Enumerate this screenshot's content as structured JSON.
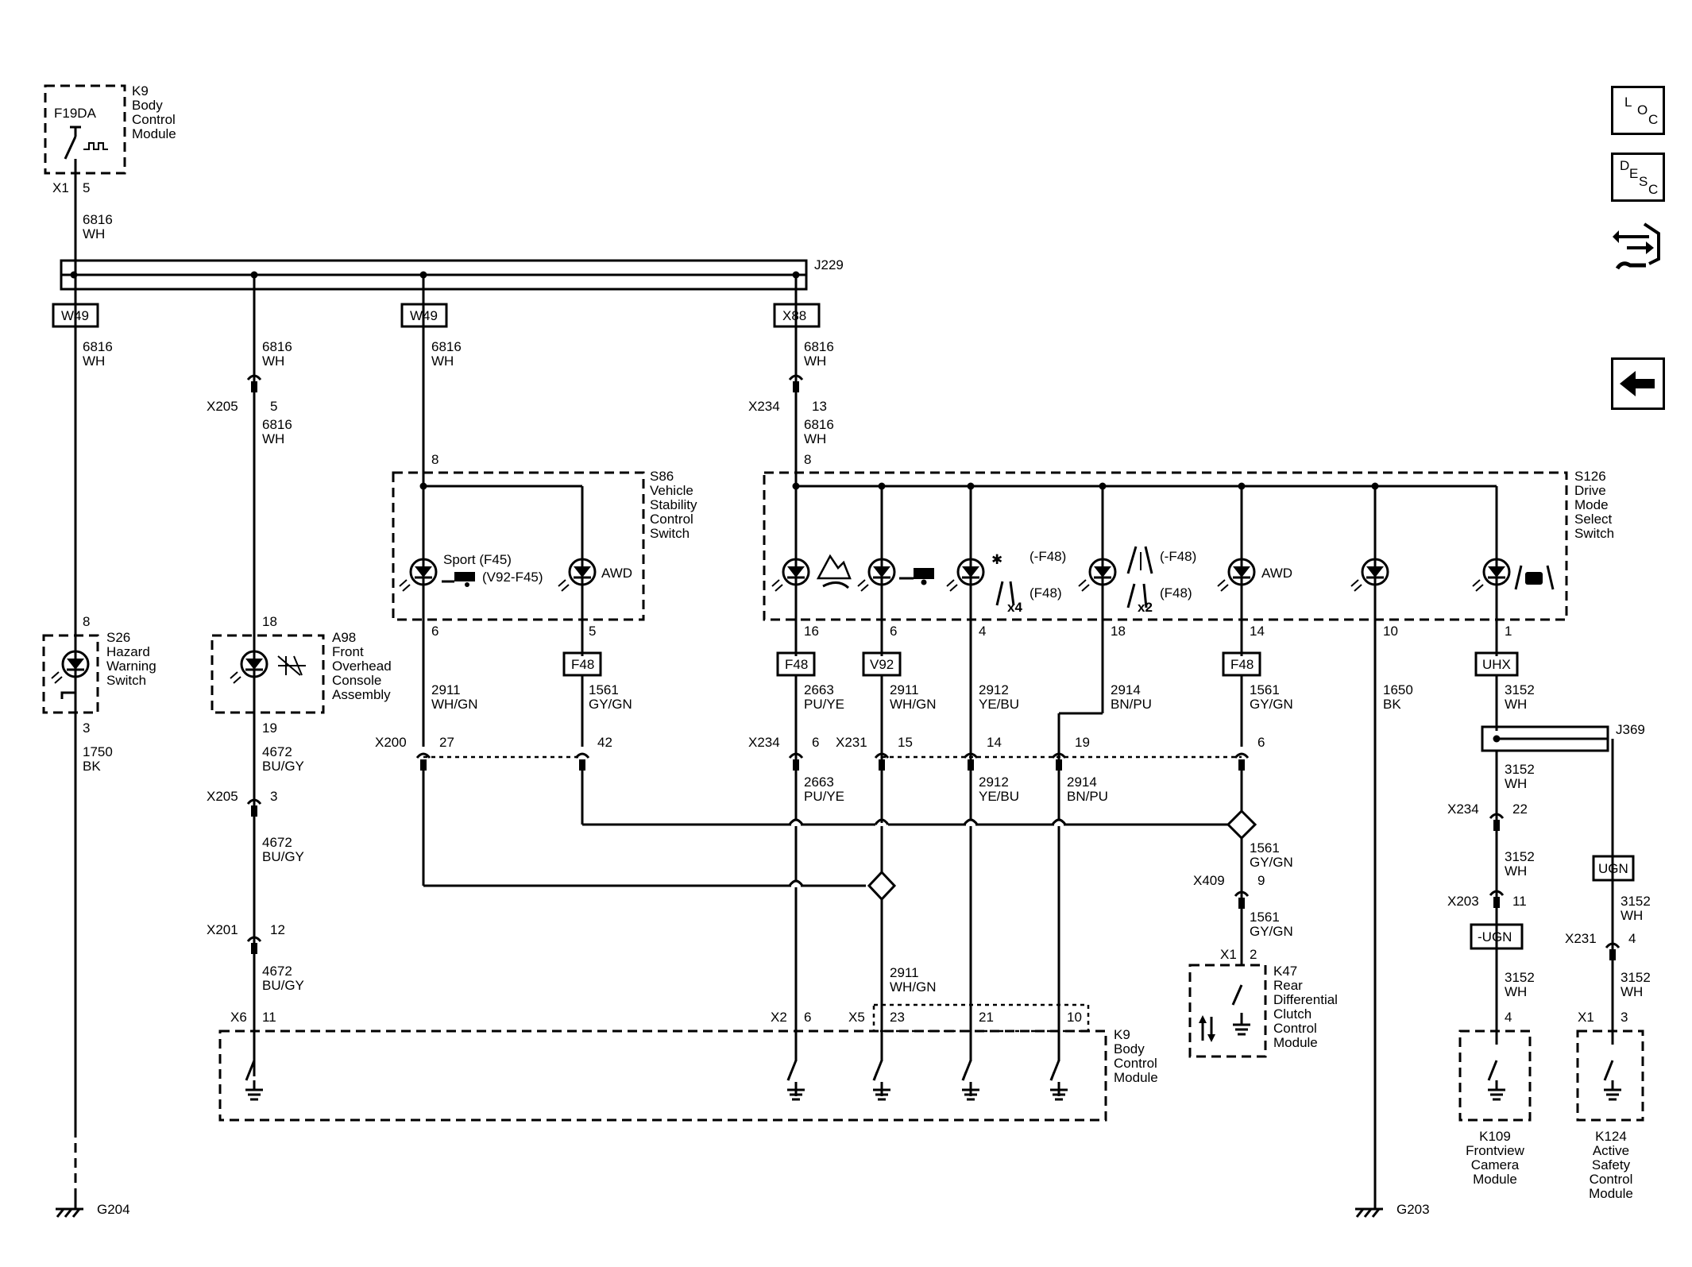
{
  "nav": {
    "loc": [
      "L",
      "O",
      "C"
    ],
    "desc": [
      "D",
      "E",
      "S",
      "C"
    ]
  },
  "modules": {
    "k9_top": {
      "ref": "K9",
      "lines": [
        "Body",
        "Control",
        "Module"
      ],
      "fuse": "F19DA",
      "conn": "X1",
      "pin": "5"
    },
    "s86": {
      "ref": "S86",
      "lines": [
        "Vehicle",
        "Stability",
        "Control",
        "Switch"
      ],
      "in_pin": "8",
      "led1_label": "Sport (F45)",
      "led1_label2": "(V92-F45)",
      "led2_label": "AWD",
      "out_pin1": "6",
      "out_pin2": "5"
    },
    "s126": {
      "ref": "S126",
      "lines": [
        "Drive",
        "Mode",
        "Select",
        "Switch"
      ],
      "in_pin": "8",
      "pins": [
        "16",
        "6",
        "4",
        "18",
        "14",
        "10",
        "1"
      ],
      "label_snow": "(-F48)",
      "label_x4": "(F48)",
      "label_road": "(-F48)",
      "label_x2": "(F48)",
      "label_awd": "AWD",
      "x4": "x4",
      "x2": "x2"
    },
    "s26": {
      "ref": "S26",
      "lines": [
        "Hazard",
        "Warning",
        "Switch"
      ],
      "pin_top": "8",
      "pin_bot": "3"
    },
    "a98": {
      "ref": "A98",
      "lines": [
        "Front",
        "Overhead",
        "Console",
        "Assembly"
      ],
      "pin_top": "18",
      "pin_bot": "19"
    },
    "k9_bottom": {
      "ref": "K9",
      "lines": [
        "Body",
        "Control",
        "Module"
      ]
    },
    "k47": {
      "ref": "K47",
      "lines": [
        "Rear",
        "Differential",
        "Clutch",
        "Control",
        "Module"
      ],
      "conn": "X1",
      "pin": "2"
    },
    "k109": {
      "lines": [
        "K109",
        "Frontview",
        "Camera",
        "Module"
      ],
      "pin": "4"
    },
    "k124": {
      "lines": [
        "K124",
        "Active",
        "Safety",
        "Control",
        "Module"
      ],
      "conn": "X1",
      "pin": "3"
    }
  },
  "splices": {
    "j229": "J229",
    "j369": "J369"
  },
  "options": {
    "w49a": "W49",
    "w49b": "W49",
    "x88": "X88",
    "f48a": "F48",
    "f48b": "F48",
    "v92": "V92",
    "f48c": "F48",
    "uhx": "UHX",
    "ugn": "UGN",
    "nugn": "-UGN"
  },
  "grounds": {
    "g204": "G204",
    "g203": "G203"
  },
  "wires": [
    {
      "id": "w1",
      "circuit": "6816",
      "color": "WH"
    },
    {
      "id": "w2",
      "circuit": "6816",
      "color": "WH"
    },
    {
      "id": "w3",
      "circuit": "6816",
      "color": "WH"
    },
    {
      "id": "w4",
      "circuit": "6816",
      "color": "WH"
    },
    {
      "id": "w5",
      "circuit": "6816",
      "color": "WH"
    },
    {
      "id": "w6",
      "circuit": "6816",
      "color": "WH"
    },
    {
      "id": "w7",
      "circuit": "6816",
      "color": "WH"
    },
    {
      "id": "w8",
      "circuit": "1750",
      "color": "BK"
    },
    {
      "id": "w9",
      "circuit": "4672",
      "color": "BU/GY"
    },
    {
      "id": "w10",
      "circuit": "4672",
      "color": "BU/GY"
    },
    {
      "id": "w11",
      "circuit": "4672",
      "color": "BU/GY"
    },
    {
      "id": "w12",
      "circuit": "2911",
      "color": "WH/GN"
    },
    {
      "id": "w13",
      "circuit": "1561",
      "color": "GY/GN"
    },
    {
      "id": "w14",
      "circuit": "2663",
      "color": "PU/YE"
    },
    {
      "id": "w15",
      "circuit": "2911",
      "color": "WH/GN"
    },
    {
      "id": "w16",
      "circuit": "2912",
      "color": "YE/BU"
    },
    {
      "id": "w17",
      "circuit": "2914",
      "color": "BN/PU"
    },
    {
      "id": "w18",
      "circuit": "1561",
      "color": "GY/GN"
    },
    {
      "id": "w19",
      "circuit": "1650",
      "color": "BK"
    },
    {
      "id": "w20",
      "circuit": "3152",
      "color": "WH"
    },
    {
      "id": "w21",
      "circuit": "2663",
      "color": "PU/YE"
    },
    {
      "id": "w22",
      "circuit": "2912",
      "color": "YE/BU"
    },
    {
      "id": "w23",
      "circuit": "2914",
      "color": "BN/PU"
    },
    {
      "id": "w24",
      "circuit": "1561",
      "color": "GY/GN"
    },
    {
      "id": "w25",
      "circuit": "1561",
      "color": "GY/GN"
    },
    {
      "id": "w26",
      "circuit": "2911",
      "color": "WH/GN"
    },
    {
      "id": "w27",
      "circuit": "3152",
      "color": "WH"
    },
    {
      "id": "w28",
      "circuit": "3152",
      "color": "WH"
    },
    {
      "id": "w29",
      "circuit": "3152",
      "color": "WH"
    },
    {
      "id": "w30",
      "circuit": "3152",
      "color": "WH"
    },
    {
      "id": "w31",
      "circuit": "3152",
      "color": "WH"
    }
  ],
  "connectors": [
    {
      "id": "c1",
      "name": "X205",
      "pin": "5"
    },
    {
      "id": "c2",
      "name": "X234",
      "pin": "13"
    },
    {
      "id": "c3",
      "name": "X200",
      "pin": "27"
    },
    {
      "id": "c4",
      "name": "",
      "pin": "42"
    },
    {
      "id": "c5",
      "name": "X234",
      "pin": "6"
    },
    {
      "id": "c6",
      "name": "X231",
      "pin": "15"
    },
    {
      "id": "c7",
      "name": "",
      "pin": "14"
    },
    {
      "id": "c8",
      "name": "",
      "pin": "19"
    },
    {
      "id": "c9",
      "name": "",
      "pin": "6"
    },
    {
      "id": "c10",
      "name": "X205",
      "pin": "3"
    },
    {
      "id": "c11",
      "name": "X201",
      "pin": "12"
    },
    {
      "id": "c12",
      "name": "X409",
      "pin": "9"
    },
    {
      "id": "c13",
      "name": "X234",
      "pin": "22"
    },
    {
      "id": "c14",
      "name": "X203",
      "pin": "11"
    },
    {
      "id": "c15",
      "name": "X231",
      "pin": "4"
    },
    {
      "id": "c16",
      "name": "X6",
      "pin": "11"
    },
    {
      "id": "c17",
      "name": "X2",
      "pin": "6"
    },
    {
      "id": "c18",
      "name": "X5",
      "pin": "23"
    },
    {
      "id": "c19",
      "name": "",
      "pin": "21"
    },
    {
      "id": "c20",
      "name": "",
      "pin": "10"
    }
  ]
}
